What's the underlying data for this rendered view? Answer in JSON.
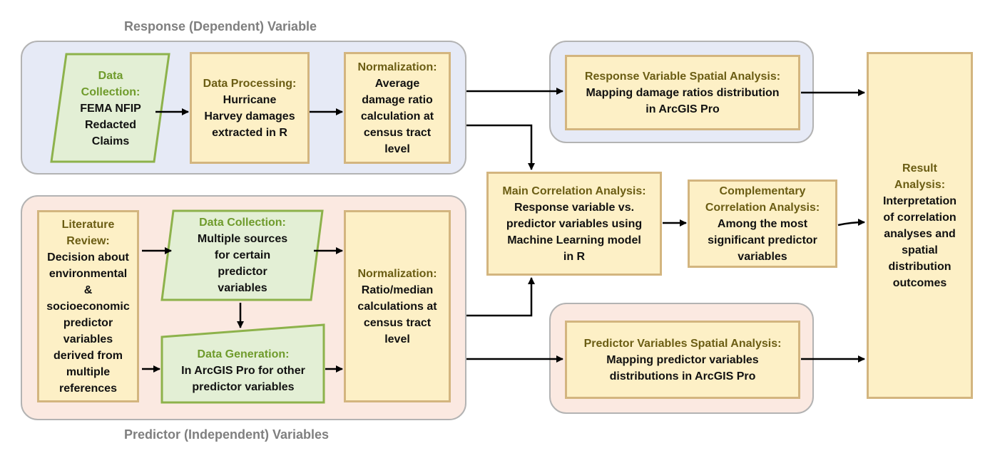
{
  "response_group_label": "Response (Dependent) Variable",
  "predictor_group_label": "Predictor (Independent) Variables",
  "nodes": {
    "data_collection_fema": {
      "title": "Data Collection:",
      "body": [
        "FEMA NFIP",
        "Redacted",
        "Claims"
      ]
    },
    "data_processing": {
      "title": "Data Processing:",
      "body": [
        "Hurricane",
        "Harvey damages",
        "extracted in R"
      ]
    },
    "normalization_response": {
      "title": "Normalization:",
      "body": [
        "Average",
        "damage ratio",
        "calculation at",
        "census tract",
        "level"
      ]
    },
    "response_spatial": {
      "title": "Response Variable Spatial Analysis:",
      "body": [
        "Mapping damage ratios distribution",
        "in ArcGIS Pro"
      ]
    },
    "literature_review": {
      "title": "Literature Review:",
      "body": [
        "Decision about",
        "environmental",
        "&",
        "socioeconomic",
        "predictor",
        "variables",
        "derived from",
        "multiple",
        "references"
      ]
    },
    "data_collection_multi": {
      "title": "Data Collection:",
      "body": [
        "Multiple sources",
        "for certain",
        "predictor",
        "variables"
      ]
    },
    "data_generation": {
      "title": "Data Generation:",
      "body": [
        "In ArcGIS Pro for other",
        "predictor variables"
      ]
    },
    "normalization_predictor": {
      "title": "Normalization:",
      "body": [
        "Ratio/median",
        "calculations at",
        "census tract",
        "level"
      ]
    },
    "main_correlation": {
      "title": "Main Correlation Analysis:",
      "body": [
        "Response variable vs.",
        "predictor variables using",
        "Machine Learning model",
        "in R"
      ]
    },
    "complementary_correlation": {
      "title": "Complementary Correlation Analysis:",
      "body": [
        "Among the most",
        "significant predictor",
        "variables"
      ]
    },
    "predictor_spatial": {
      "title": "Predictor Variables Spatial Analysis:",
      "body": [
        "Mapping predictor variables",
        "distributions in ArcGIS Pro"
      ]
    },
    "result_analysis": {
      "title": "Result Analysis:",
      "body": [
        "Interpretation",
        "of correlation",
        "analyses and",
        "spatial",
        "distribution",
        "outcomes"
      ]
    }
  },
  "colors": {
    "box_fill": "#fdf0c6",
    "box_border": "#d3b57f",
    "green_fill": "#e3efd5",
    "green_border": "#8db24b",
    "region_blue": "#e6eaf6",
    "region_pink": "#fbe9e1",
    "arrow": "#000000"
  }
}
